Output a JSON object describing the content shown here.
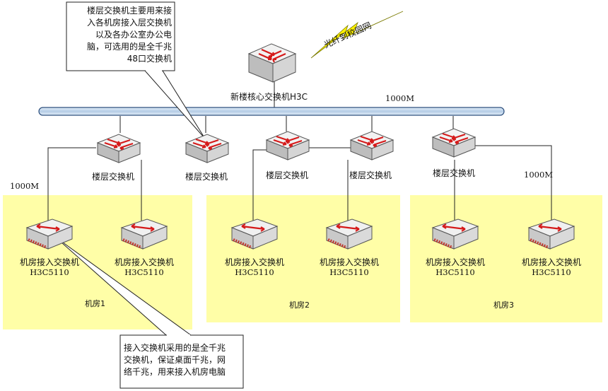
{
  "diagram": {
    "core": {
      "label": "新楼核心交换机H3C",
      "uplink_label": "光纤到校园网"
    },
    "backbone": {
      "speed_label": "1000M"
    },
    "floor_switches": [
      {
        "label": "楼层交换机"
      },
      {
        "label": "楼层交换机"
      },
      {
        "label": "楼层交换机"
      },
      {
        "label": "楼层交换机"
      },
      {
        "label": "楼层交换机"
      }
    ],
    "link_labels": {
      "left": "1000M",
      "right": "1000M"
    },
    "rooms": [
      {
        "name": "机房1",
        "switches": [
          {
            "label": "机房接入交换机",
            "model": "H3C5110"
          },
          {
            "label": "机房接入交换机",
            "model": "H3C5110"
          }
        ]
      },
      {
        "name": "机房2",
        "switches": [
          {
            "label": "机房接入交换机",
            "model": "H3C5110"
          },
          {
            "label": "机房接入交换机",
            "model": "H3C5110"
          }
        ]
      },
      {
        "name": "机房3",
        "switches": [
          {
            "label": "机房接入交换机",
            "model": "H3C5110"
          },
          {
            "label": "机房接入交换机",
            "model": "H3C5110"
          }
        ]
      }
    ],
    "callouts": {
      "top": [
        "楼层交换机主要用来接",
        "入各机房接入层交换机",
        "以及各办公室办公电",
        "脑，可选用的是全千兆",
        "48口交换机"
      ],
      "bottom": [
        "接入交换机采用的是全千兆",
        "交换机，保证桌面千兆，网",
        "络千兆，用来接入机房电脑"
      ]
    },
    "colors": {
      "room_fill": "#fffea7",
      "backbone_fill": "#c7dcef",
      "backbone_stroke": "#2d4f7d",
      "switch_body": "#d8d8d8",
      "arrow_red": "#d51a1a",
      "lightning": "#fff200"
    }
  }
}
